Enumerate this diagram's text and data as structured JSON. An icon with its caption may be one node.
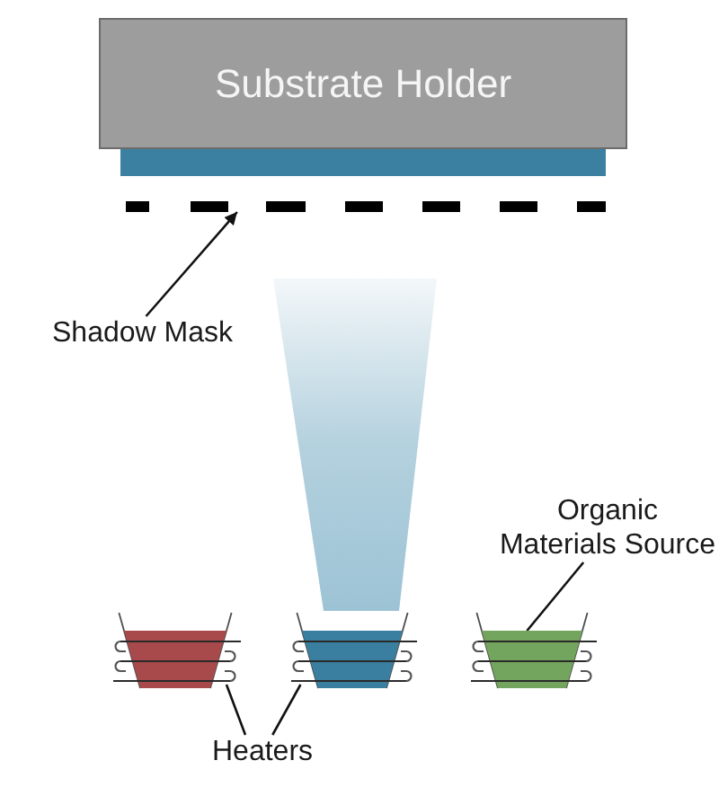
{
  "diagram": {
    "nodes": [
      {
        "text": [
          "Substrate Holder"
        ]
      },
      {
        "text": [],
        "shape": "bar"
      },
      {
        "text": [],
        "shape": "line"
      },
      {
        "text": [
          "Shadow Mask"
        ]
      },
      {
        "text": [],
        "shape": "trapezoid"
      },
      {
        "text": [
          "Organic Materials Source"
        ]
      },
      {
        "text": [],
        "shape": "trapezoid"
      },
      {
        "text": [],
        "shape": "coil"
      },
      {
        "text": [],
        "shape": "trapezoid"
      },
      {
        "text": [],
        "shape": "coil"
      },
      {
        "text": [],
        "shape": "trapezoid"
      },
      {
        "text": [],
        "shape": "coil"
      },
      {
        "text": [
          "Heaters"
        ]
      }
    ],
    "edges": [
      {
        "from": 3,
        "to": 2,
        "arrow": "to"
      },
      {
        "from": 5,
        "to": 10,
        "arrow": "none"
      },
      {
        "from": 12,
        "to": 7,
        "arrow": "none"
      },
      {
        "from": 12,
        "to": 9,
        "arrow": "none"
      }
    ]
  }
}
